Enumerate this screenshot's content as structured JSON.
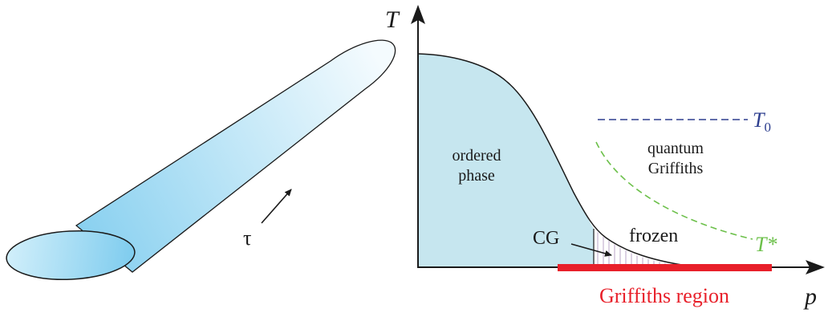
{
  "cylinder": {
    "axis_label": "τ"
  },
  "phase_diagram": {
    "y_axis_label": "T",
    "x_axis_label": "p",
    "regions": {
      "ordered_line1": "ordered",
      "ordered_line2": "phase",
      "quantum_line1": "quantum",
      "quantum_line2": "Griffiths",
      "frozen": "frozen",
      "cg": "CG"
    },
    "t0_main": "T",
    "t0_sub": "0",
    "tstar": "T*",
    "griffiths_region": "Griffiths region"
  },
  "colors": {
    "fill_light": "#e9f7fc",
    "fill_dark": "#8fd3ef",
    "ordered_fill": "#c6e6ef",
    "t0_line": "#2e3f8f",
    "tstar_line": "#6cc04a",
    "griffiths_bar": "#e8202a",
    "axis": "#1a1a1a"
  }
}
